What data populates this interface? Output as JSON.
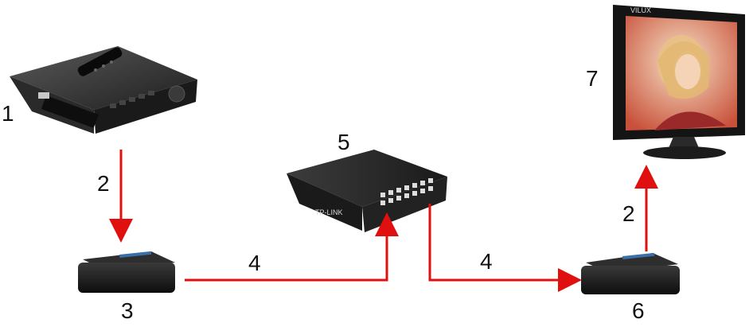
{
  "labels": {
    "dvr": "1",
    "link_cable": "2",
    "transmitter": "3",
    "network_cable": "4",
    "switch": "5",
    "receiver": "6",
    "monitor": "7"
  },
  "devices": {
    "monitor_brand": "VILUX",
    "switch_brand": "TP-LINK"
  },
  "colors": {
    "arrow": "#e01010",
    "device_dark": "#1c1c1c"
  },
  "icons": [
    "dvr-recorder-icon",
    "remote-control-icon",
    "hdmi-transmitter-icon",
    "network-switch-icon",
    "hdmi-receiver-icon",
    "lcd-monitor-icon"
  ]
}
